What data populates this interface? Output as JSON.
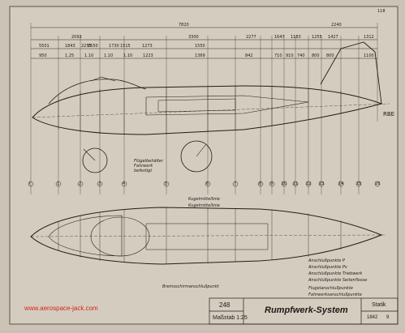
{
  "page_number": "118",
  "dimensions_row1": {
    "overall_left": "7820",
    "overall_right": "2240",
    "mid_span": "3300",
    "segments": [
      "2093",
      "1550",
      "1730",
      "1273",
      "1550",
      "2277",
      "1647",
      "1183",
      "1255",
      "1427",
      "1312"
    ],
    "small": [
      "5501",
      "1843",
      "2255",
      "1515"
    ]
  },
  "dimensions_row2": [
    "950",
    "1.25",
    "1.10",
    "1.10",
    "1.10",
    "1223",
    "1369",
    "842",
    "710",
    "910",
    "740",
    "800",
    "800",
    "1100"
  ],
  "fuselage_side_label": "RBE",
  "annotation_fuel": "Flügelbehälter\nFahrwerk\nbefestigt",
  "frame_numbers": [
    "I",
    "1",
    "2",
    "3",
    "4",
    "5",
    "6",
    "7",
    "8",
    "9",
    "10",
    "11",
    "12",
    "13",
    "14",
    "15",
    "16"
  ],
  "plan_annotation_1": "Kugelmittellinie",
  "plan_annotation_2": "Kugelmittellinie",
  "legend": {
    "items": [
      "Anschlußpunkte P",
      "Anschlußpunkte Pv",
      "Anschlußpunkte Triebwerk",
      "Anschlußpunkte Seitenflosse",
      "Flugelanschlußpunkte",
      "Fahrwerksanschlußpunkte"
    ],
    "bottom_note": "Bremsschirmanschlußpunkt"
  },
  "title_block": {
    "number": "248",
    "scale": "Maßstab 1:25",
    "title": "Rumpfwerk-System",
    "subtitle": "Statik",
    "code": "1842",
    "sheet": "9"
  },
  "watermark": "www.aerospace-jack.com"
}
